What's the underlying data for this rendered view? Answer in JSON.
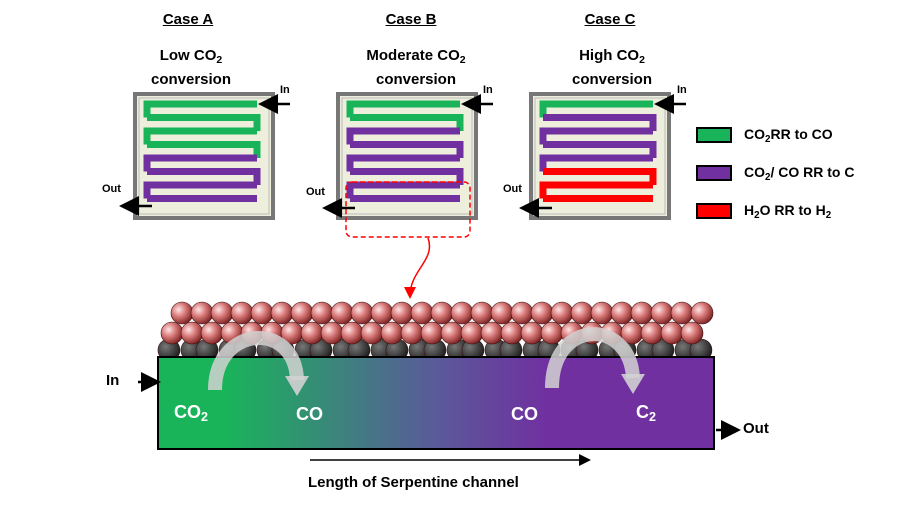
{
  "cases": [
    {
      "title": "Case A",
      "line1": "Low CO",
      "line1_sub": "2",
      "line2": "conversion"
    },
    {
      "title": "Case B",
      "line1": "Moderate CO",
      "line1_sub": "2",
      "line2": "conversion"
    },
    {
      "title": "Case C",
      "line1": "High CO",
      "line1_sub": "2",
      "line2": "conversion"
    }
  ],
  "labels": {
    "in": "In",
    "out": "Out"
  },
  "legend": [
    {
      "pre": "CO",
      "sub": "2",
      "post": " RR to CO",
      "color": "#19b45a"
    },
    {
      "pre": "CO",
      "sub": "2",
      "post": " / CO RR to C",
      "color": "#7030a0"
    },
    {
      "pre": "H",
      "sub": "2",
      "post": "O RR to H",
      "sub2": "2",
      "color": "#ff0000"
    }
  ],
  "channel": {
    "in_label": "In",
    "out_label": "Out",
    "species": [
      {
        "text": "CO",
        "sub": "2"
      },
      {
        "text": "CO",
        "sub": ""
      },
      {
        "text": "CO",
        "sub": ""
      },
      {
        "text": "C",
        "sub": "2"
      }
    ],
    "axis_label": "Length of Serpentine channel"
  },
  "colors": {
    "green": "#19b45a",
    "purple": "#7030a0",
    "red": "#ff0000",
    "plate": "#eeeedd"
  }
}
